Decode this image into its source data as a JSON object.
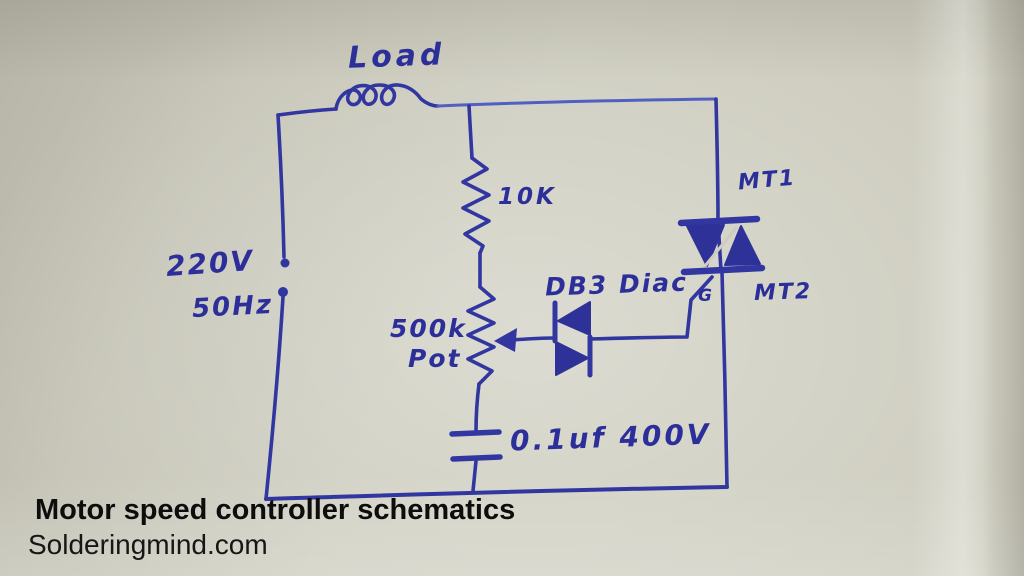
{
  "caption": {
    "title": "Motor speed controller schematics",
    "website": "Solderingmind.com"
  },
  "colors": {
    "ink_dark": "#3136a0",
    "ink_light": "#5060c2",
    "paper": "#cdccbe",
    "caption_text": "#0d0d0d"
  },
  "schematic": {
    "kind": "hand-drawn triac motor speed controller circuit",
    "labels": {
      "load": "Load",
      "supply_voltage": "220V",
      "supply_frequency": "50Hz",
      "series_resistor": "10K",
      "pot_value": "500k",
      "pot_word": "Pot",
      "diac": "DB3 Diac",
      "triac_mt1": "MT1",
      "triac_mt2": "MT2",
      "triac_gate": "G",
      "capacitor": "0.1uf 400V"
    },
    "components": [
      {
        "name": "AC supply",
        "value": "220V 50Hz"
      },
      {
        "name": "Load",
        "type": "inductive load coil"
      },
      {
        "name": "Series resistor",
        "value": "10K"
      },
      {
        "name": "Potentiometer",
        "value": "500k Pot"
      },
      {
        "name": "Diac",
        "value": "DB3"
      },
      {
        "name": "Triac",
        "terminals": "MT1, MT2, G"
      },
      {
        "name": "Capacitor",
        "value": "0.1uf 400V"
      }
    ]
  }
}
